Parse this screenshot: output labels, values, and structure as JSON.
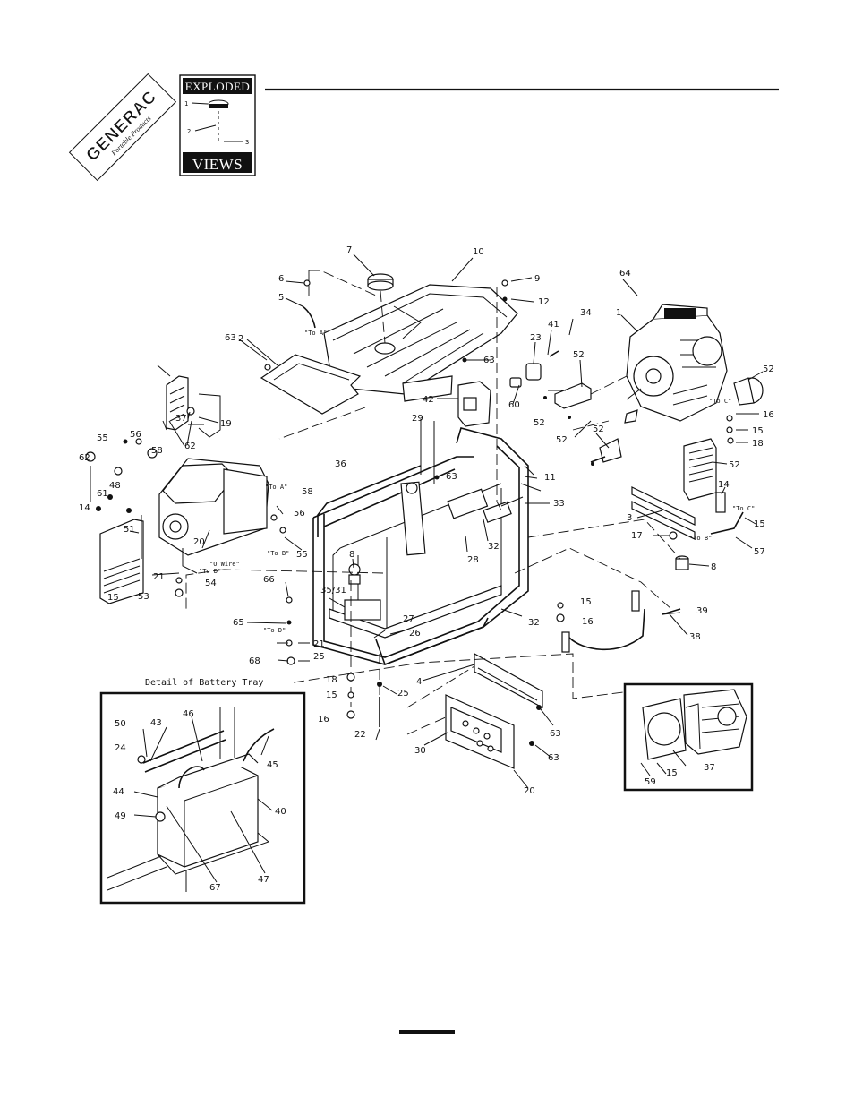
{
  "brand": {
    "name": "GENERAC",
    "tagline": "Portable Products"
  },
  "badge": {
    "top": "EXPLODED",
    "bottom": "VIEWS",
    "callouts": [
      "1",
      "2",
      "3"
    ]
  },
  "detail_title": "Detail of Battery Tray",
  "notes": {
    "to_a": "\"To A\"",
    "to_b": "\"To B\"",
    "to_c": "\"To C\"",
    "to_d": "\"To D\"",
    "o_wire": "\"O Wire\""
  },
  "callouts": {
    "c1": "1",
    "c2": "2",
    "c3": "3",
    "c4": "4",
    "c5": "5",
    "c6": "6",
    "c7": "7",
    "c8": "8",
    "c9": "9",
    "c10": "10",
    "c11": "11",
    "c12": "12",
    "c14": "14",
    "c15": "15",
    "c16": "16",
    "c17": "17",
    "c18": "18",
    "c19": "19",
    "c20": "20",
    "c21": "21",
    "c22": "22",
    "c23": "23",
    "c24": "24",
    "c25": "25",
    "c26": "26",
    "c27": "27",
    "c28": "28",
    "c29": "29",
    "c30": "30",
    "c32": "32",
    "c33": "33",
    "c34": "34",
    "c3531": "35/31",
    "c36": "36",
    "c37": "37",
    "c38": "38",
    "c39": "39",
    "c40": "40",
    "c41": "41",
    "c42": "42",
    "c43": "43",
    "c44": "44",
    "c45": "45",
    "c46": "46",
    "c47": "47",
    "c48": "48",
    "c49": "49",
    "c50": "50",
    "c51": "51",
    "c52": "52",
    "c53": "53",
    "c54": "54",
    "c55": "55",
    "c56": "56",
    "c57": "57",
    "c58": "58",
    "c59": "59",
    "c60": "60",
    "c61": "61",
    "c62": "62",
    "c63": "63",
    "c64": "64",
    "c65": "65",
    "c66": "66",
    "c67": "67",
    "c68": "68"
  }
}
